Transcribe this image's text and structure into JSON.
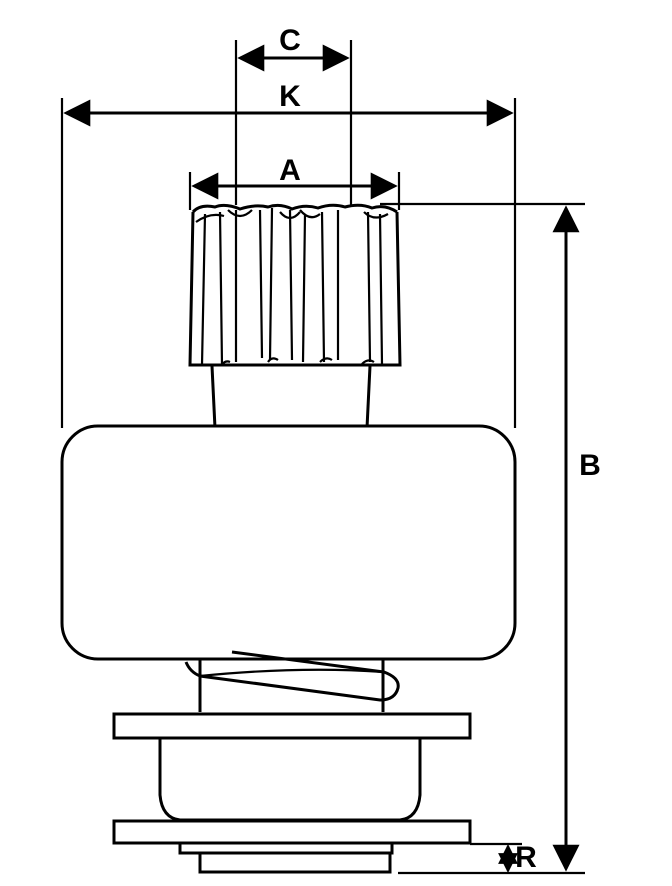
{
  "diagram": {
    "subject": "starter-drive-pinion",
    "labels": {
      "c": "C",
      "k": "K",
      "a": "A",
      "b": "B",
      "r": "R"
    },
    "colors": {
      "stroke": "#000000",
      "background": "#ffffff"
    }
  }
}
